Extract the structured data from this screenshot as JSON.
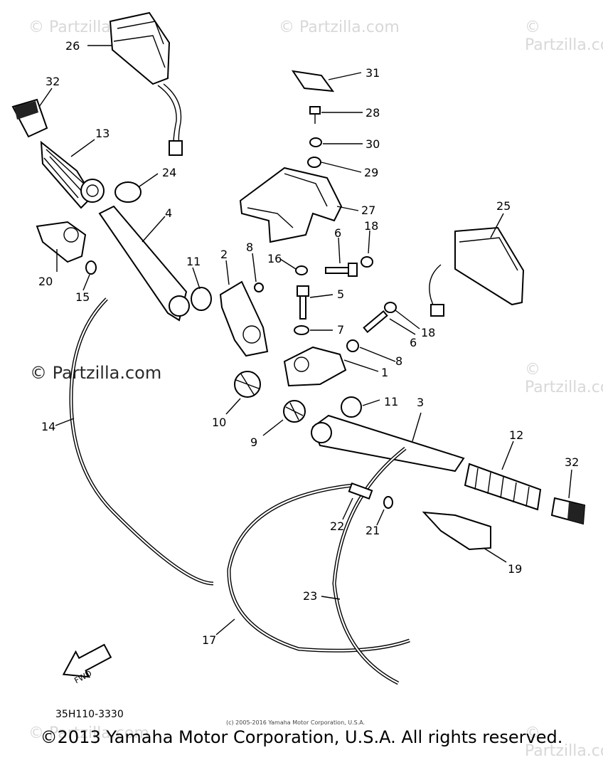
{
  "watermarks": {
    "tile": "© Partzilla.com",
    "center": "© Partzilla.com"
  },
  "callouts": [
    "26",
    "32",
    "13",
    "24",
    "31",
    "28",
    "30",
    "29",
    "27",
    "4",
    "20",
    "15",
    "11",
    "2",
    "8",
    "16",
    "6",
    "18",
    "25",
    "5",
    "7",
    "1",
    "14",
    "10",
    "9",
    "3",
    "12",
    "22",
    "21",
    "19",
    "23",
    "17"
  ],
  "part_code": "35H110-3330",
  "small_copyright": "(c) 2005-2016 Yamaha Motor Corporation, U.S.A.",
  "footer": "©2013 Yamaha Motor Corporation, U.S.A. All rights reserved.",
  "fwd_label": "FWD"
}
